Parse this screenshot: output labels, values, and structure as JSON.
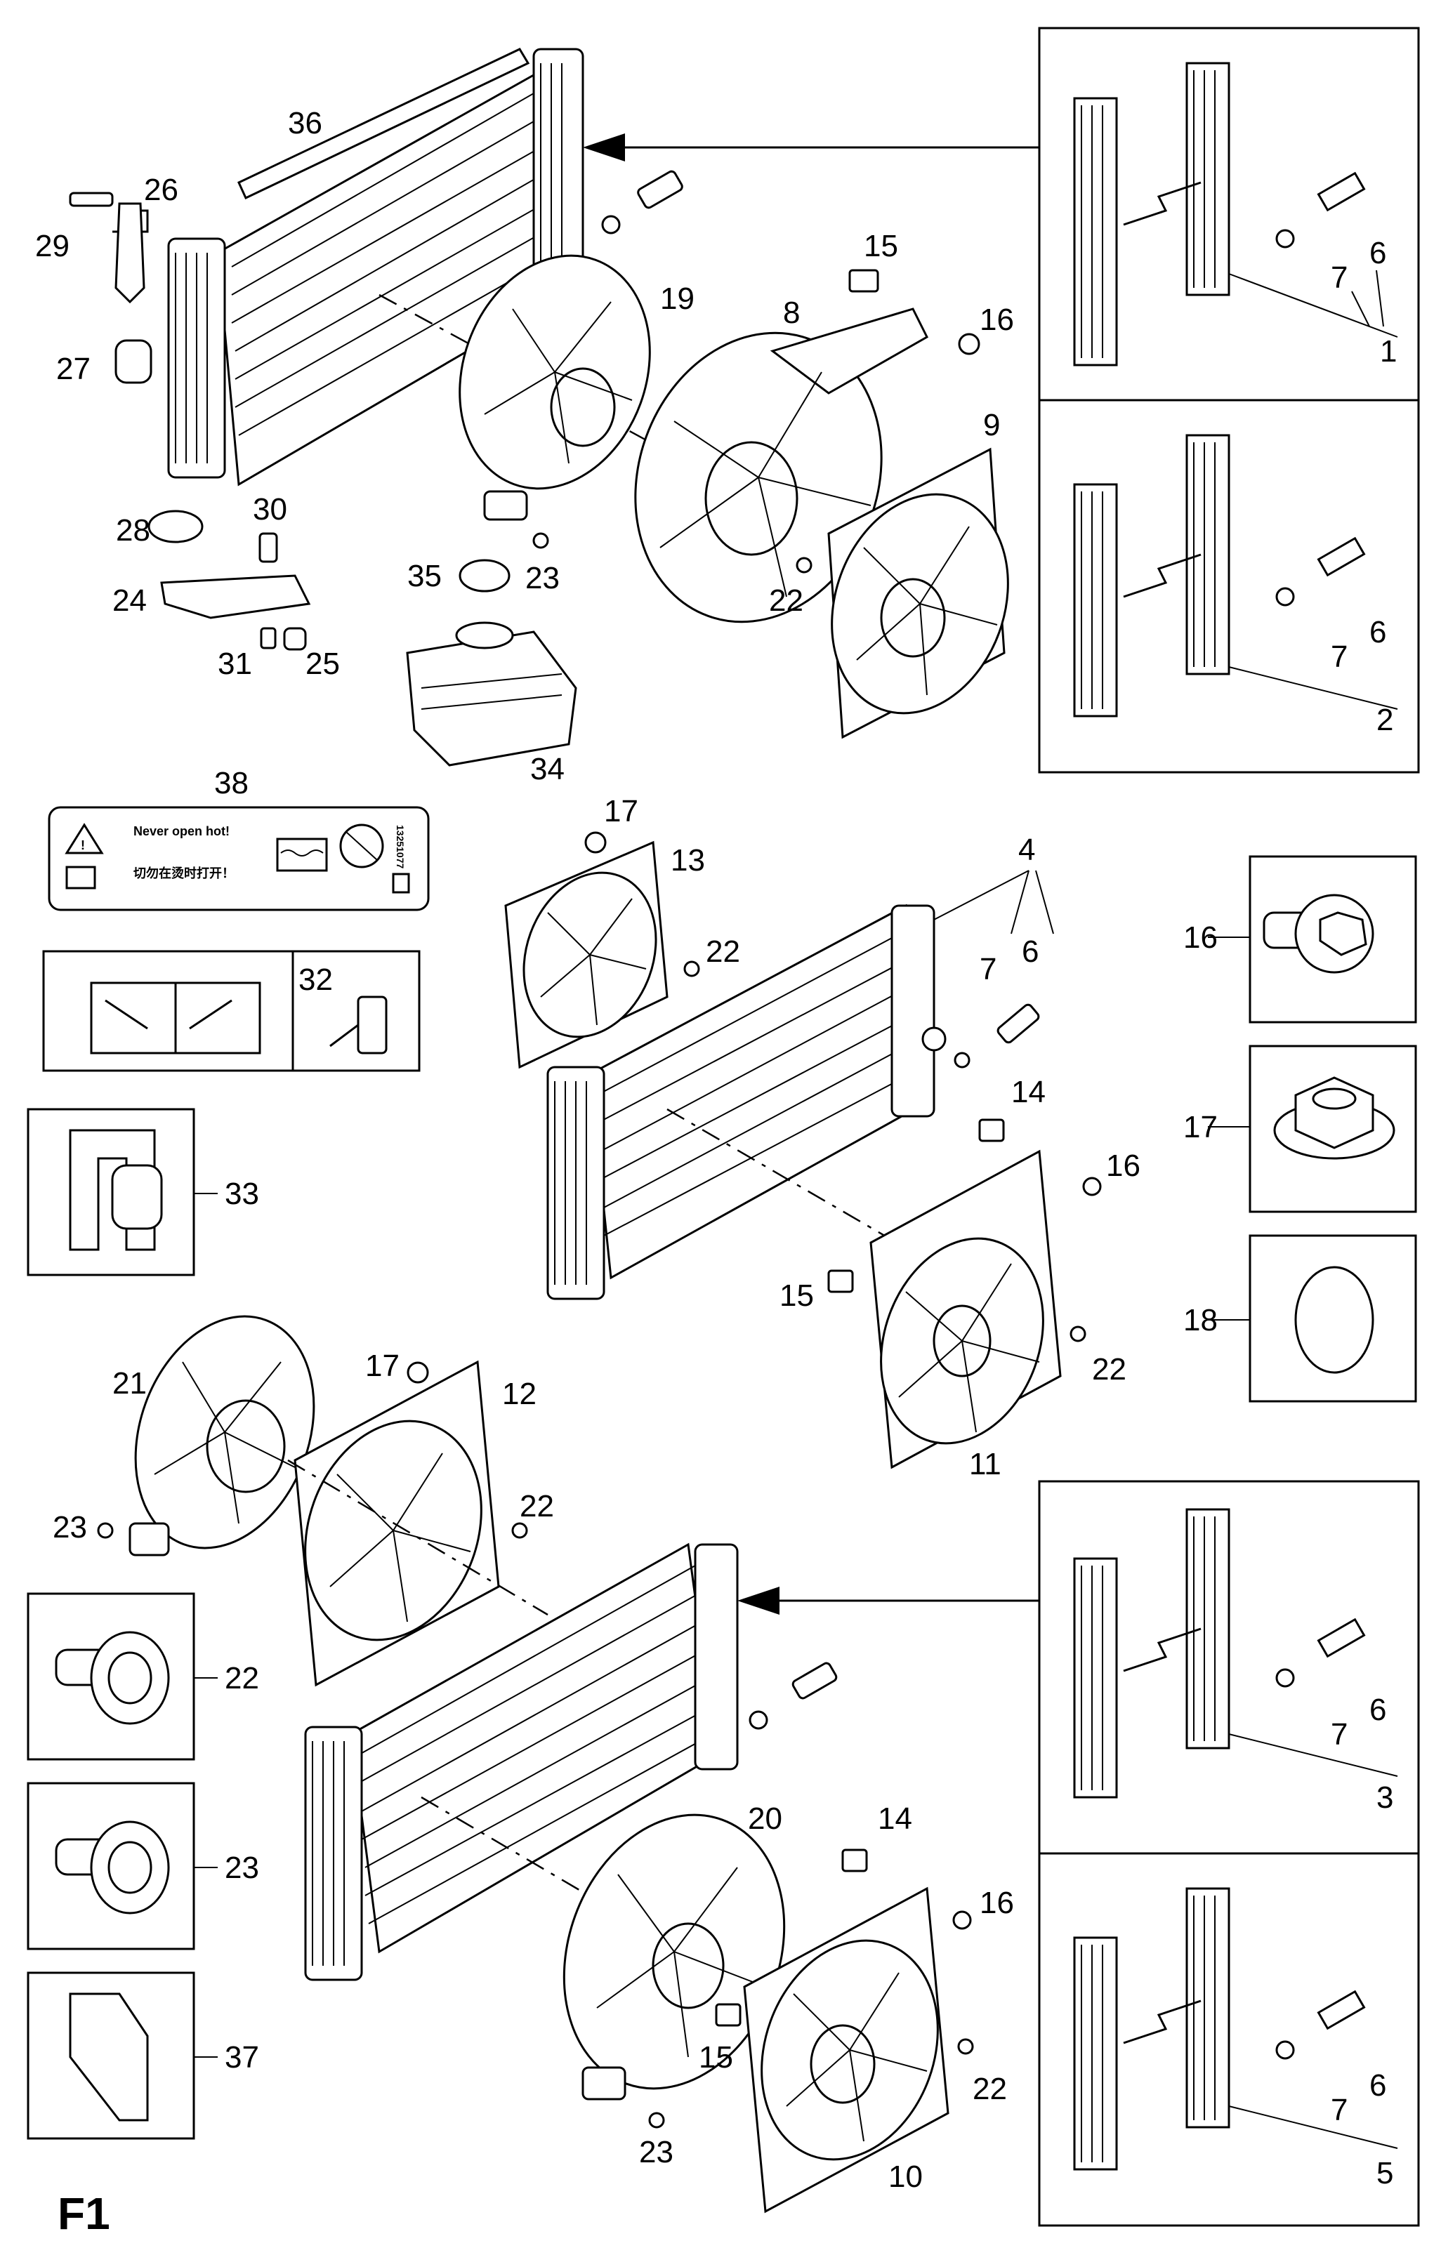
{
  "figure_code": "F1",
  "warning_label": {
    "number": "38",
    "text_en": "Never open hot!",
    "text_cn": "切勿在烫时打开！",
    "part_code": "13251077"
  },
  "manual_box": {
    "number": "32"
  },
  "callouts": {
    "c1": "1",
    "c2": "2",
    "c3": "3",
    "c4": "4",
    "c5": "5",
    "c6": "6",
    "c7": "7",
    "c8": "8",
    "c9": "9",
    "c10": "10",
    "c11": "11",
    "c12": "12",
    "c13": "13",
    "c14": "14",
    "c15": "15",
    "c16": "16",
    "c17": "17",
    "c18": "18",
    "c19": "19",
    "c20": "20",
    "c21": "21",
    "c22": "22",
    "c23": "23",
    "c24": "24",
    "c25": "25",
    "c26": "26",
    "c27": "27",
    "c28": "28",
    "c29": "29",
    "c30": "30",
    "c31": "31",
    "c33": "33",
    "c34": "34",
    "c35": "35",
    "c36": "36",
    "c37": "37"
  },
  "inset_boxes": {
    "left": [
      "33",
      "22",
      "23",
      "37"
    ],
    "right": [
      "16",
      "17",
      "18"
    ],
    "radiator_details": [
      "1",
      "2",
      "3",
      "5"
    ]
  },
  "colors": {
    "line": "#000000",
    "background": "#ffffff"
  }
}
